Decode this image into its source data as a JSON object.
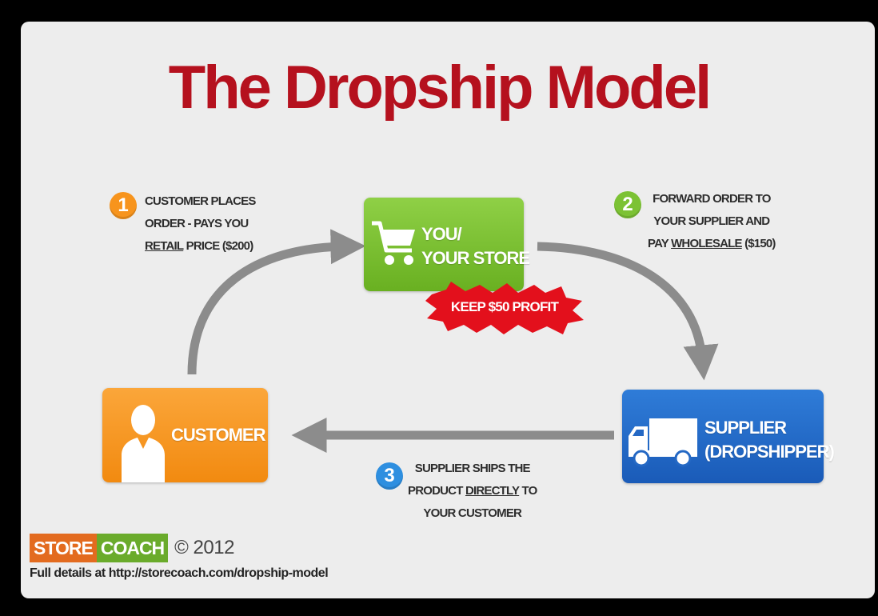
{
  "title": "The Dropship Model",
  "nodes": {
    "store": {
      "line1": "YOU/",
      "line2": "YOUR STORE",
      "color": "#7cc234",
      "icon": "shopping-cart-icon"
    },
    "customer": {
      "label": "CUSTOMER",
      "color": "#f7941d",
      "icon": "person-silhouette-icon"
    },
    "supplier": {
      "line1": "SUPPLIER",
      "line2": "(DROPSHIPPER)",
      "color": "#2468c4",
      "icon": "delivery-truck-icon"
    }
  },
  "steps": [
    {
      "number": "1",
      "color": "#f7941d",
      "line1": "CUSTOMER PLACES",
      "line2": "ORDER - PAYS YOU",
      "line3_underlined": "RETAIL",
      "line3_rest": " PRICE ($200)"
    },
    {
      "number": "2",
      "color": "#7cc234",
      "line1": "FORWARD ORDER TO",
      "line2": "YOUR SUPPLIER AND",
      "line3_pre": "PAY ",
      "line3_underlined": "WHOLESALE",
      "line3_rest": " ($150)"
    },
    {
      "number": "3",
      "color": "#2e8fe0",
      "line1": "SUPPLIER SHIPS THE",
      "line2_pre": "PRODUCT ",
      "line2_underlined": "DIRECTLY",
      "line2_rest": " TO",
      "line3": "YOUR CUSTOMER"
    }
  ],
  "profit_badge": {
    "text": "KEEP $50 PROFIT",
    "color": "#e3101c"
  },
  "footer": {
    "logo_part1": "STORE",
    "logo_part2": "COACH",
    "copyright": "© 2012",
    "details": "Full details at http://storecoach.com/dropship-model"
  },
  "colors": {
    "title": "#b5111e",
    "arrows": "#8c8c8c",
    "background": "#ededed"
  }
}
